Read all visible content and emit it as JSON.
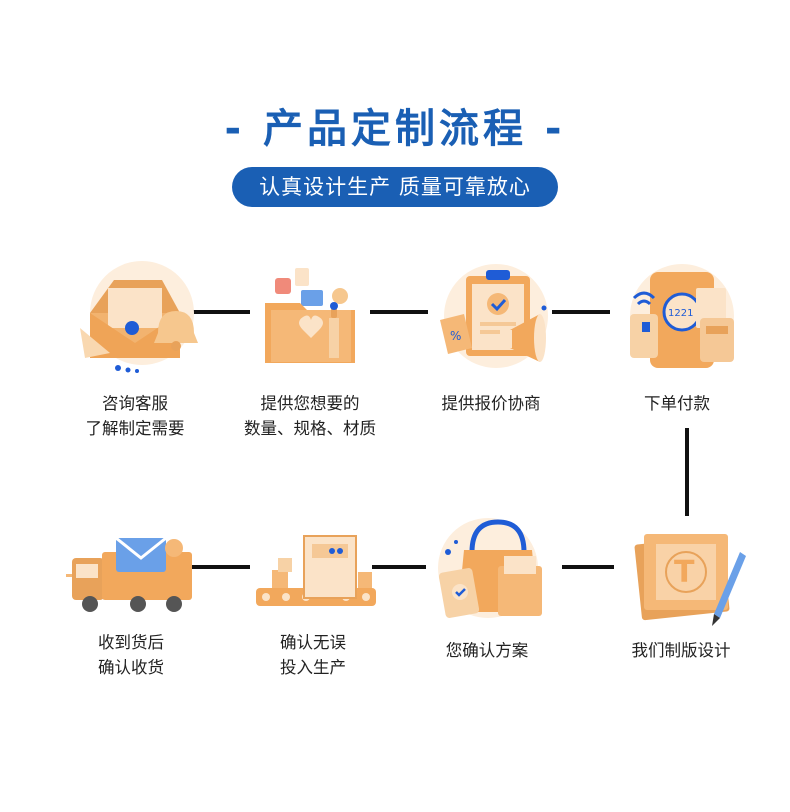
{
  "title": "- 产品定制流程 -",
  "subtitle": "认真设计生产  质量可靠放心",
  "colors": {
    "brand_blue": "#1a5fb4",
    "icon_orange": "#f2a85c",
    "icon_light": "#fbe3c8"
  },
  "steps": [
    {
      "icon": "envelope-bell-icon",
      "lines": [
        "咨询客服",
        "了解制定需要"
      ]
    },
    {
      "icon": "folder-icon",
      "lines": [
        "提供您想要的",
        "数量、规格、材质"
      ]
    },
    {
      "icon": "clipboard-megaphone-icon",
      "lines": [
        "提供报价协商",
        ""
      ]
    },
    {
      "icon": "payment-terminal-icon",
      "lines": [
        "下单付款",
        ""
      ]
    },
    {
      "icon": "design-tool-icon",
      "lines": [
        "我们制版设计",
        ""
      ]
    },
    {
      "icon": "shopping-bag-icon",
      "lines": [
        "您确认方案",
        ""
      ]
    },
    {
      "icon": "production-line-icon",
      "lines": [
        "确认无误",
        "投入生产"
      ]
    },
    {
      "icon": "delivery-truck-icon",
      "lines": [
        "收到货后",
        "确认收货"
      ]
    }
  ]
}
